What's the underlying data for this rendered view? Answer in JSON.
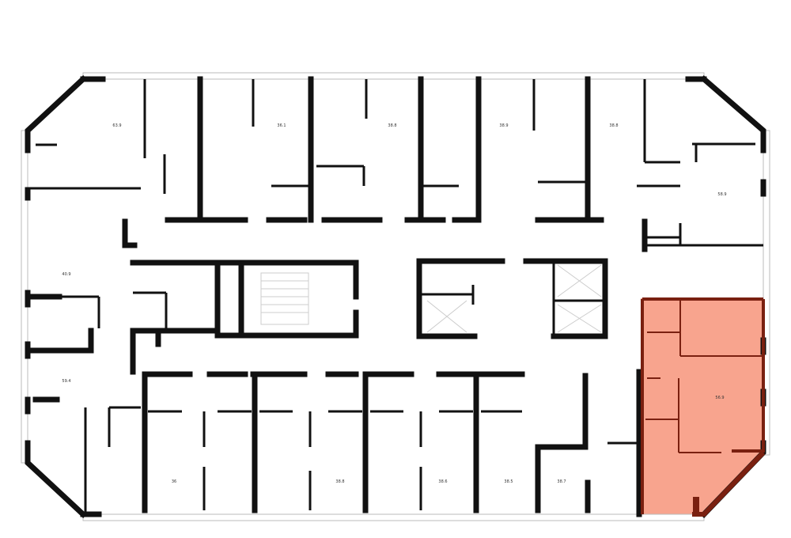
{
  "plan": {
    "apartments": [
      {
        "id": "a1",
        "area": "63.9"
      },
      {
        "id": "a2",
        "area": "36.1"
      },
      {
        "id": "a3",
        "area": "38.8"
      },
      {
        "id": "a4",
        "area": "38.9"
      },
      {
        "id": "a5",
        "area": "38.8"
      },
      {
        "id": "a6",
        "area": "58.9"
      },
      {
        "id": "a7",
        "area": "40.9"
      },
      {
        "id": "a8",
        "area": "59.4"
      },
      {
        "id": "a9",
        "area": "36"
      },
      {
        "id": "a10",
        "area": "38.8"
      },
      {
        "id": "a11",
        "area": "38.6"
      },
      {
        "id": "a12",
        "area": "38.5"
      },
      {
        "id": "a13",
        "area": "38.7"
      },
      {
        "id": "a14",
        "area": "56.9"
      }
    ],
    "highlighted_apartment": "a14",
    "highlight_color": "#f79a82",
    "wall_color": "#111111"
  }
}
